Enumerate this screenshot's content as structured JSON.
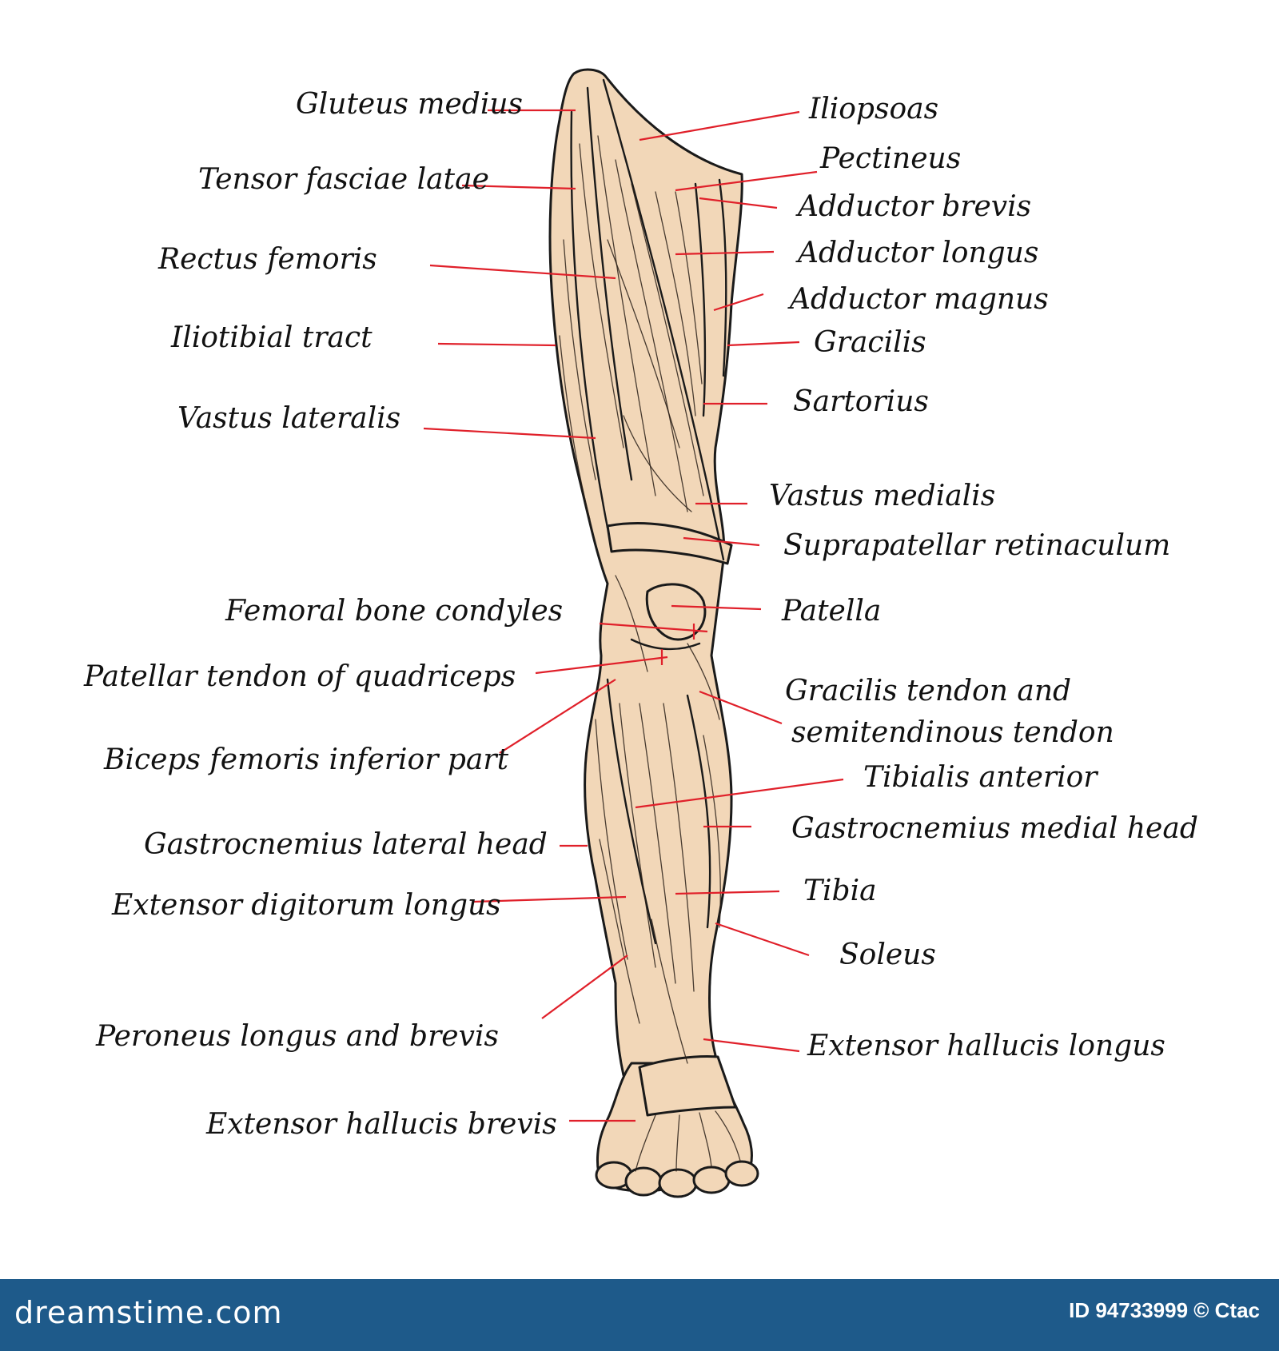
{
  "labels": {
    "gluteus_medius": "Gluteus medius",
    "tensor_fasciae_latae": "Tensor fasciae latae",
    "rectus_femoris": "Rectus femoris",
    "iliotibial_tract": "Iliotibial tract",
    "vastus_lateralis": "Vastus lateralis",
    "femoral_bone_condyles": "Femoral bone condyles",
    "patellar_tendon": "Patellar tendon of quadriceps",
    "biceps_femoris": "Biceps femoris inferior part",
    "gastrocnemius_lateral": "Gastrocnemius lateral head",
    "extensor_digitorum_longus": "Extensor digitorum longus",
    "peroneus": "Peroneus longus and brevis",
    "extensor_hallucis_brevis": "Extensor hallucis brevis",
    "iliopsoas": "Iliopsoas",
    "pectineus": "Pectineus",
    "adductor_brevis": "Adductor brevis",
    "adductor_longus": "Adductor longus",
    "adductor_magnus": "Adductor magnus",
    "gracilis": "Gracilis",
    "sartorius": "Sartorius",
    "vastus_medialis": "Vastus medialis",
    "suprapatellar_retinaculum": "Suprapatellar retinaculum",
    "patella": "Patella",
    "gracilis_tendon_1": "Gracilis tendon and",
    "gracilis_tendon_2": "semitendinous tendon",
    "tibialis_anterior": "Tibialis anterior",
    "gastrocnemius_medial": "Gastrocnemius medial head",
    "tibia": "Tibia",
    "soleus": "Soleus",
    "extensor_hallucis_longus": "Extensor hallucis longus"
  },
  "footer": {
    "brand": "dreamstime.com",
    "credit": "ID 94733999 © Ctac"
  },
  "colors": {
    "skin": "#f2d7b8",
    "leader": "#e0202a",
    "footer": "#1e5a8a"
  }
}
